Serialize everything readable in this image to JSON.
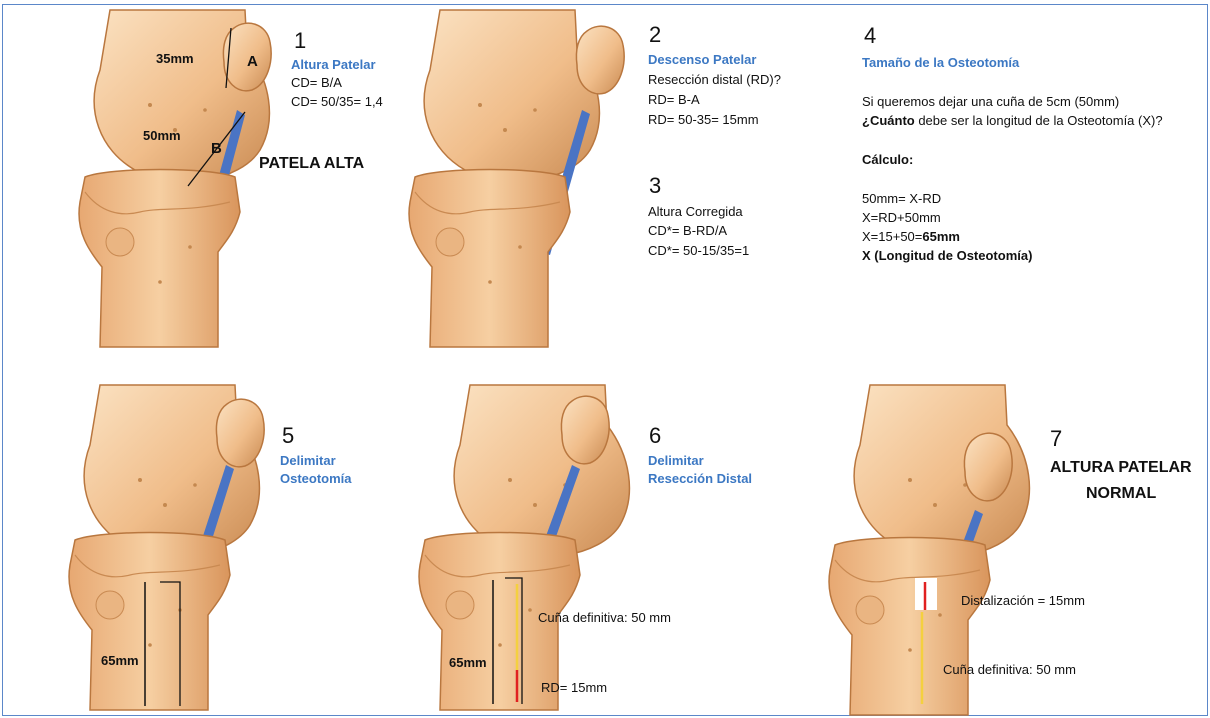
{
  "colors": {
    "bone": "#f3c89a",
    "bone_dark": "#b9773f",
    "tendon": "#4a74c4",
    "frame": "#5b87c9",
    "title_blue": "#3c78c3",
    "arrow_red": "#e02020",
    "arrow_yellow": "#f4d03f"
  },
  "panel1": {
    "number": "1",
    "title": "Altura Patelar",
    "line1": "CD= B/A",
    "line2": "CD= 50/35= 1,4",
    "heading": "PATELA ALTA",
    "dim_35": "35mm",
    "dim_50": "50mm",
    "label_A": "A",
    "label_B": "B"
  },
  "panel2": {
    "number": "2",
    "title": "Descenso Patelar",
    "line1": "Resección distal (RD)?",
    "line2": "RD= B-A",
    "line3": "RD= 50-35= 15mm"
  },
  "panel3": {
    "number": "3",
    "line1": "Altura Corregida",
    "line2": "CD*= B-RD/A",
    "line3": "CD*= 50-15/35=1"
  },
  "panel4": {
    "number": "4",
    "title": "Tamaño de la Osteotomía",
    "line1": "Si queremos dejar una cuña de  5cm (50mm)",
    "line2_bold": "¿Cuánto",
    "line2_rest": " debe ser la longitud de la Osteotomía (X)?",
    "calc_label": "Cálculo:",
    "eq1": "50mm= X-RD",
    "eq2": "X=RD+50mm",
    "eq3_plain": "X=15+50=",
    "eq3_bold": "65mm",
    "eq4": "X (Longitud de Osteotomía)"
  },
  "panel5": {
    "number": "5",
    "title_line1": "Delimitar",
    "title_line2": "Osteotomía",
    "dim": "65mm"
  },
  "panel6": {
    "number": "6",
    "title_line1": "Delimitar",
    "title_line2": "Resección Distal",
    "dim": "65mm",
    "wedge_label": "Cuña definitiva: 50 mm",
    "rd_label": "RD= 15mm"
  },
  "panel7": {
    "number": "7",
    "heading_line1": "ALTURA PATELAR",
    "heading_line2": "NORMAL",
    "distal_label": "Distalización = 15mm",
    "wedge_label": "Cuña definitiva: 50 mm"
  }
}
